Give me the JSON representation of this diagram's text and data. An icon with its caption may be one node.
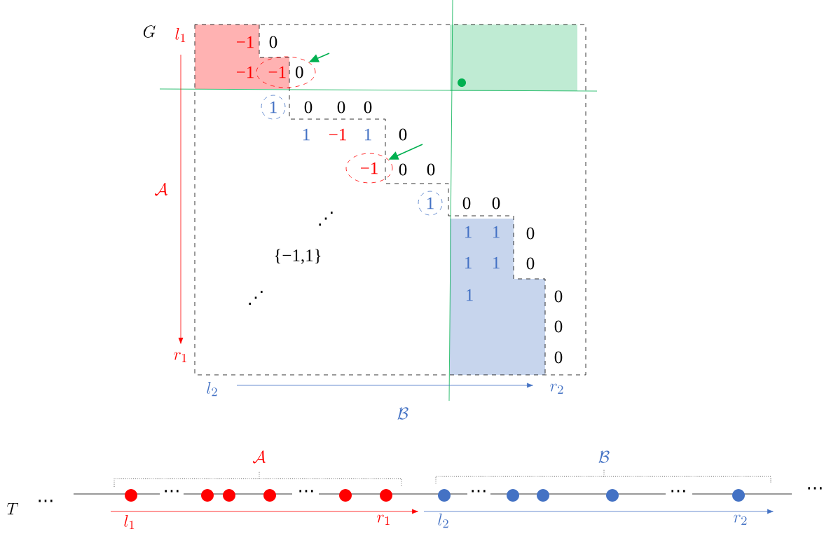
{
  "diagram": {
    "nodes": [
      {
        "text": [
          "−1",
          "0"
        ]
      },
      {
        "text": [
          "1"
        ]
      },
      {
        "text": [
          "−1"
        ]
      },
      {
        "text": [
          "1"
        ]
      }
    ],
    "edges": [
      {
        "from": null,
        "to": 0,
        "arrow": "to",
        "color": "#00b050"
      },
      {
        "from": null,
        "to": 2,
        "arrow": "to",
        "color": "#00b050"
      }
    ],
    "labels": [
      "G",
      "l_1",
      "−1",
      "0",
      "−1",
      "0",
      "0",
      "0",
      "1",
      "−1",
      "1",
      "0",
      "0",
      "0",
      "0",
      "0",
      "1",
      "1",
      "0",
      "⋰",
      "\\mathcal{A}",
      "1",
      "1",
      "0",
      "{−1,1}",
      "⋰",
      "1",
      "0",
      "0",
      "r_1",
      "0",
      "l_2",
      "r_2",
      "\\mathcal{B}",
      "\\mathcal{A}",
      "\\mathcal{B}",
      "T",
      "⋯",
      "⋯",
      "⋯",
      "⋯",
      "⋯",
      "⋯",
      "l_1",
      "r_1",
      "l_2",
      "r_2"
    ]
  }
}
